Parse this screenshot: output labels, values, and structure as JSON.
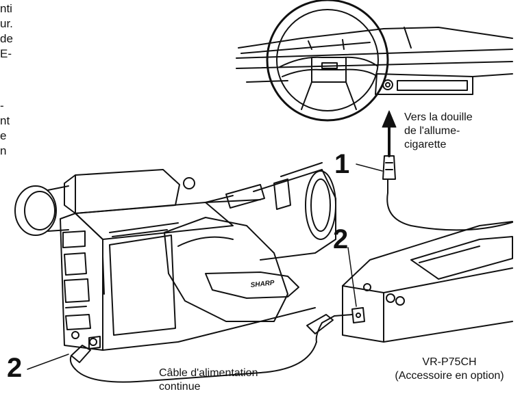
{
  "left_text_fragments": [
    "nti",
    "ur.",
    "de",
    "E-",
    "-",
    "nt",
    "e",
    "n"
  ],
  "labels": {
    "cigarette_lighter": [
      "Vers la douille",
      "de l'allume-",
      "cigarette"
    ],
    "dc_cable": [
      "Câble d'alimentation",
      "continue"
    ],
    "adapter_model": "VR-P75CH",
    "adapter_note": "(Accessoire en option)",
    "brand_badge": "SHARP"
  },
  "callouts": {
    "step1": "1",
    "step2_adapter": "2",
    "step2_camera": "2"
  }
}
